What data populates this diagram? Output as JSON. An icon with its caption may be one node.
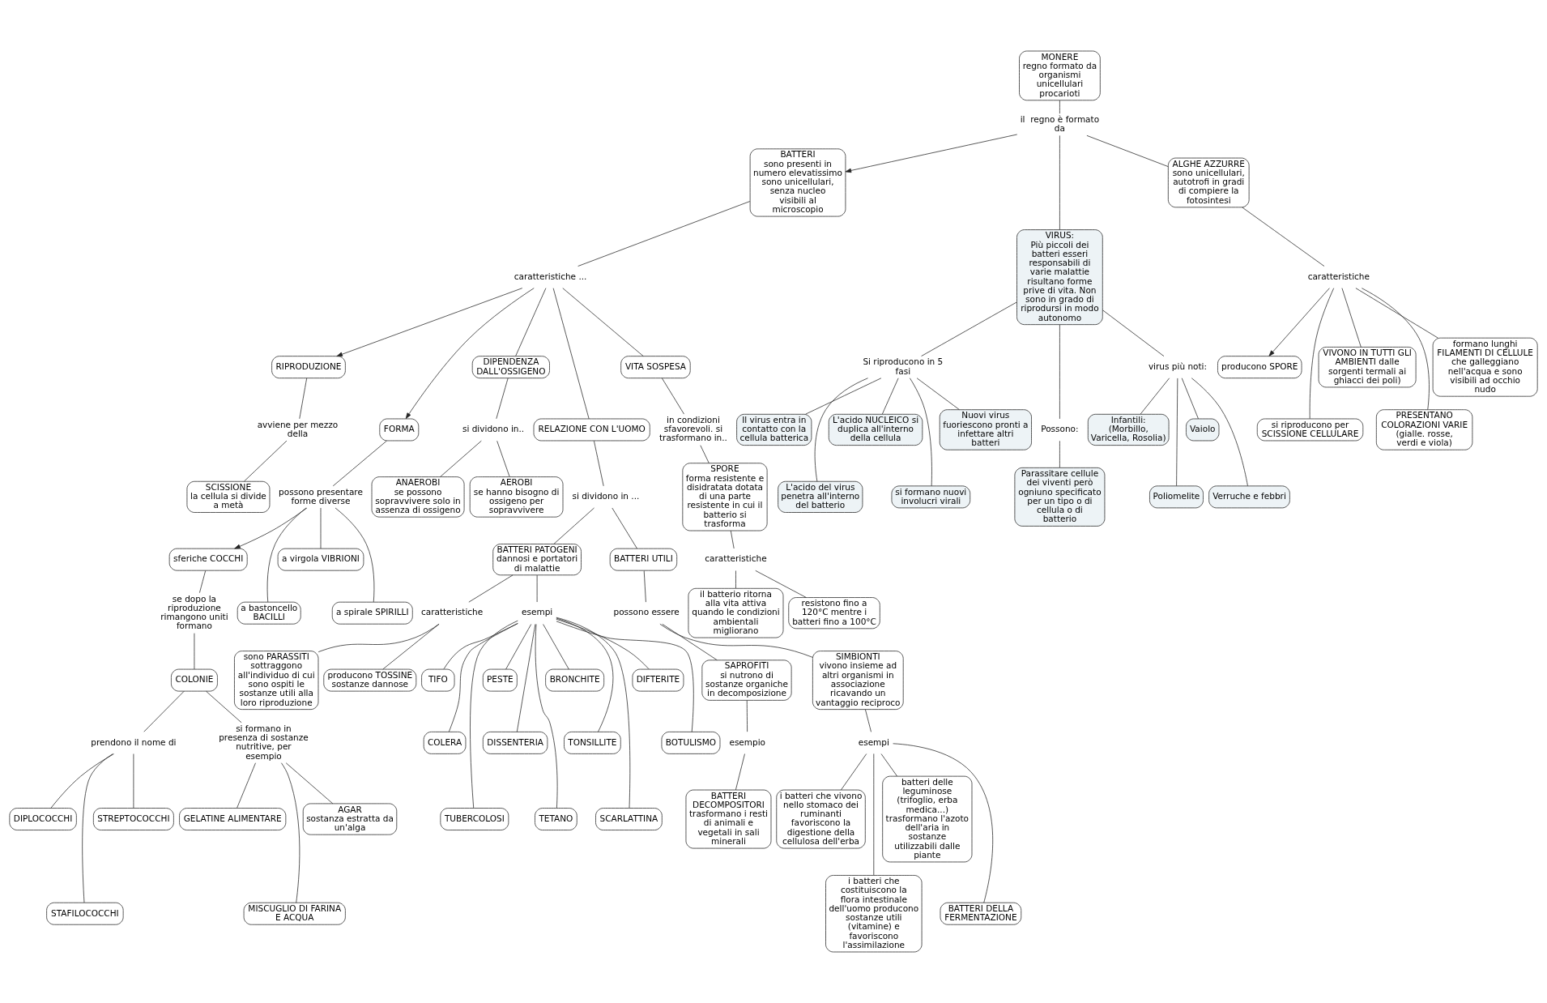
{
  "diagram": {
    "nodes": [
      {
        "text": [
          "MONERE",
          "regno formato da organismi unicellulari procarioti"
        ]
      },
      {
        "text": [
          "il  regno è formato da"
        ]
      },
      {
        "text": [
          "BATTERI",
          "sono presenti in numero elevatissimo sono unicellulari, senza nucleo visibili al microscopio"
        ]
      },
      {
        "text": [
          "VIRUS:",
          "Più piccoli dei batteri esseri responsabili di varie malattie risultano forme prive di vita. Non sono in grado di riprodursi in modo autonomo"
        ]
      },
      {
        "text": [
          "ALGHE AZZURRE",
          "sono unicellulari, autotrofi in gradi di compiere la fotosintesi"
        ]
      },
      {
        "text": [
          "caratteristiche ..."
        ]
      },
      {
        "text": [
          "RIPRODUZIONE"
        ]
      },
      {
        "text": [
          "FORMA"
        ]
      },
      {
        "text": [
          "DIPENDENZA DALL'OSSIGENO"
        ]
      },
      {
        "text": [
          "RELAZIONE CON L'UOMO"
        ]
      },
      {
        "text": [
          "VITA SOSPESA"
        ]
      },
      {
        "text": [
          "avviene per mezzo della"
        ]
      },
      {
        "text": [
          "SCISSIONE",
          "la cellula si divide a metà"
        ]
      },
      {
        "text": [
          "possono presentare forme diverse"
        ]
      },
      {
        "text": [
          "sferiche COCCHI"
        ]
      },
      {
        "text": [
          "a bastoncello BACILLI"
        ]
      },
      {
        "text": [
          "a virgola VIBRIONI"
        ]
      },
      {
        "text": [
          "a spirale SPIRILLI"
        ]
      },
      {
        "text": [
          "se dopo la riproduzione rimangono uniti formano"
        ]
      },
      {
        "text": [
          "COLONIE"
        ]
      },
      {
        "text": [
          "prendono il nome di"
        ]
      },
      {
        "text": [
          "DIPLOCOCCHI"
        ]
      },
      {
        "text": [
          "STAFILOCOCCHI"
        ]
      },
      {
        "text": [
          "STREPTOCOCCHI"
        ]
      },
      {
        "text": [
          "si formano in presenza di sostanze nutritive, per esempio"
        ]
      },
      {
        "text": [
          "GELATINE ALIMENTARE"
        ]
      },
      {
        "text": [
          "MISCUGLIO DI FARINA E ACQUA"
        ]
      },
      {
        "text": [
          "AGAR",
          "sostanza estratta da un'alga"
        ]
      },
      {
        "text": [
          "si dividono in.."
        ]
      },
      {
        "text": [
          "ANAEROBI",
          "se possono sopravvivere solo in assenza di ossigeno"
        ]
      },
      {
        "text": [
          "AEROBI",
          "se hanno bisogno di ossigeno per sopravvivere"
        ]
      },
      {
        "text": [
          "si dividono in ..."
        ]
      },
      {
        "text": [
          "BATTERI PATOGENI",
          "dannosi e portatori di malattie"
        ]
      },
      {
        "text": [
          "BATTERI UTILI"
        ]
      },
      {
        "text": [
          "caratteristiche"
        ]
      },
      {
        "text": [
          "sono PARASSITI sottraggono all'individuo di cui sono ospiti le sostanze utili alla loro riproduzione"
        ]
      },
      {
        "text": [
          "producono TOSSINE sostanze dannose"
        ]
      },
      {
        "text": [
          "esempi"
        ]
      },
      {
        "text": [
          "TIFO"
        ]
      },
      {
        "text": [
          "COLERA"
        ]
      },
      {
        "text": [
          "TUBERCOLOSI"
        ]
      },
      {
        "text": [
          "PESTE"
        ]
      },
      {
        "text": [
          "DISSENTERIA"
        ]
      },
      {
        "text": [
          "TETANO"
        ]
      },
      {
        "text": [
          "BRONCHITE"
        ]
      },
      {
        "text": [
          "TONSILLITE"
        ]
      },
      {
        "text": [
          "SCARLATTINA"
        ]
      },
      {
        "text": [
          "DIFTERITE"
        ]
      },
      {
        "text": [
          "BOTULISMO"
        ]
      },
      {
        "text": [
          "possono essere"
        ]
      },
      {
        "text": [
          "SAPROFITI",
          "si nutrono di sostanze organiche in decomposizione"
        ]
      },
      {
        "text": [
          "SIMBIONTI",
          "vivono insieme ad altri organismi in associazione ricavando un vantaggio reciproco"
        ]
      },
      {
        "text": [
          "esempio"
        ]
      },
      {
        "text": [
          "BATTERI DECOMPOSITORI",
          "trasformano i resti di animali e vegetali in sali minerali"
        ]
      },
      {
        "text": [
          "esempi"
        ]
      },
      {
        "text": [
          "i batteri che vivono nello stomaco dei ruminanti favoriscono la digestione della cellulosa dell'erba"
        ]
      },
      {
        "text": [
          "i batteri che costituiscono la flora intestinale dell'uomo producono sostanze utili (vitamine) e favoriscono l'assimilazione"
        ]
      },
      {
        "text": [
          "batteri delle leguminose (trifoglio, erba medica...) trasformano l'azoto dell'aria in sostanze utilizzabili dalle piante"
        ]
      },
      {
        "text": [
          "BATTERI DELLA FERMENTAZIONE"
        ]
      },
      {
        "text": [
          "in condizioni sfavorevoli. si trasformano in.."
        ]
      },
      {
        "text": [
          "SPORE",
          "forma resistente e disidratata dotata di una parte resistente in cui il batterio si trasforma"
        ]
      },
      {
        "text": [
          "caratteristiche"
        ]
      },
      {
        "text": [
          "il batterio ritorna alla vita attiva quando le condizioni ambientali migliorano"
        ]
      },
      {
        "text": [
          "resistono fino a 120°C mentre i batteri fino a 100°C"
        ]
      },
      {
        "text": [
          "Si riproducono in 5 fasi"
        ]
      },
      {
        "text": [
          "Il virus entra in contatto con la cellula batterica"
        ]
      },
      {
        "text": [
          "L'acido del virus penetra all'interno del batterio"
        ]
      },
      {
        "text": [
          "L'acido NUCLEICO si duplica all'interno della cellula"
        ]
      },
      {
        "text": [
          "si formano nuovi involucri virali"
        ]
      },
      {
        "text": [
          "Nuovi virus fuoriescono pronti a infettare altri batteri"
        ]
      },
      {
        "text": [
          "Possono:"
        ]
      },
      {
        "text": [
          "Parassitare cellule dei viventi però ogniuno specificato per un tipo o di cellula o di batterio"
        ]
      },
      {
        "text": [
          "virus più noti:"
        ]
      },
      {
        "text": [
          "Infantili: (Morbillo, Varicella, Rosolia)"
        ]
      },
      {
        "text": [
          "Poliomelite"
        ]
      },
      {
        "text": [
          "Vaiolo"
        ]
      },
      {
        "text": [
          "Verruche e febbri"
        ]
      },
      {
        "text": [
          "caratteristiche"
        ]
      },
      {
        "text": [
          "producono SPORE"
        ]
      },
      {
        "text": [
          "si riproducono per SCISSIONE CELLULARE"
        ]
      },
      {
        "text": [
          "VIVONO IN TUTTI GLI AMBIENTI dalle sorgenti termali ai ghiacci dei poli)"
        ]
      },
      {
        "text": [
          "PRESENTANO COLORAZIONI VARIE (gialle. rosse, verdi e viola)"
        ]
      },
      {
        "text": [
          "formano lunghi FILAMENTI DI CELLULE che galleggiano nell'acqua e sono visibili ad occhio nudo"
        ]
      }
    ],
    "edges": [
      {
        "from": 0,
        "to": 1,
        "arrow": "none"
      },
      {
        "from": 1,
        "to": 2,
        "arrow": "to"
      },
      {
        "from": 1,
        "to": 3,
        "arrow": "none"
      },
      {
        "from": 1,
        "to": 4,
        "arrow": "none"
      },
      {
        "from": 2,
        "to": 5,
        "arrow": "none"
      },
      {
        "from": 5,
        "to": 6,
        "arrow": "to"
      },
      {
        "from": 5,
        "to": 7,
        "arrow": "to"
      },
      {
        "from": 5,
        "to": 8,
        "arrow": "none"
      },
      {
        "from": 5,
        "to": 9,
        "arrow": "none"
      },
      {
        "from": 5,
        "to": 10,
        "arrow": "none"
      },
      {
        "from": 6,
        "to": 11,
        "arrow": "none"
      },
      {
        "from": 11,
        "to": 12,
        "arrow": "none"
      },
      {
        "from": 7,
        "to": 13,
        "arrow": "none"
      },
      {
        "from": 13,
        "to": 14,
        "arrow": "to"
      },
      {
        "from": 13,
        "to": 15,
        "arrow": "none"
      },
      {
        "from": 13,
        "to": 16,
        "arrow": "none"
      },
      {
        "from": 13,
        "to": 17,
        "arrow": "none"
      },
      {
        "from": 14,
        "to": 18,
        "arrow": "none"
      },
      {
        "from": 18,
        "to": 19,
        "arrow": "none"
      },
      {
        "from": 19,
        "to": 20,
        "arrow": "none"
      },
      {
        "from": 20,
        "to": 21,
        "arrow": "none"
      },
      {
        "from": 20,
        "to": 22,
        "arrow": "none"
      },
      {
        "from": 20,
        "to": 23,
        "arrow": "none"
      },
      {
        "from": 19,
        "to": 24,
        "arrow": "none"
      },
      {
        "from": 24,
        "to": 25,
        "arrow": "none"
      },
      {
        "from": 24,
        "to": 26,
        "arrow": "none"
      },
      {
        "from": 24,
        "to": 27,
        "arrow": "none"
      },
      {
        "from": 8,
        "to": 28,
        "arrow": "none"
      },
      {
        "from": 28,
        "to": 29,
        "arrow": "none"
      },
      {
        "from": 28,
        "to": 30,
        "arrow": "none"
      },
      {
        "from": 9,
        "to": 31,
        "arrow": "none"
      },
      {
        "from": 31,
        "to": 32,
        "arrow": "none"
      },
      {
        "from": 31,
        "to": 33,
        "arrow": "none"
      },
      {
        "from": 32,
        "to": 34,
        "arrow": "none"
      },
      {
        "from": 34,
        "to": 35,
        "arrow": "none"
      },
      {
        "from": 34,
        "to": 36,
        "arrow": "none"
      },
      {
        "from": 32,
        "to": 37,
        "arrow": "none"
      },
      {
        "from": 37,
        "to": 38,
        "arrow": "none"
      },
      {
        "from": 37,
        "to": 39,
        "arrow": "none"
      },
      {
        "from": 37,
        "to": 40,
        "arrow": "none"
      },
      {
        "from": 37,
        "to": 41,
        "arrow": "none"
      },
      {
        "from": 37,
        "to": 42,
        "arrow": "none"
      },
      {
        "from": 37,
        "to": 43,
        "arrow": "none"
      },
      {
        "from": 37,
        "to": 44,
        "arrow": "none"
      },
      {
        "from": 37,
        "to": 45,
        "arrow": "none"
      },
      {
        "from": 37,
        "to": 46,
        "arrow": "none"
      },
      {
        "from": 37,
        "to": 47,
        "arrow": "none"
      },
      {
        "from": 37,
        "to": 48,
        "arrow": "none"
      },
      {
        "from": 33,
        "to": 49,
        "arrow": "none"
      },
      {
        "from": 49,
        "to": 50,
        "arrow": "none"
      },
      {
        "from": 49,
        "to": 51,
        "arrow": "none"
      },
      {
        "from": 50,
        "to": 52,
        "arrow": "none"
      },
      {
        "from": 52,
        "to": 53,
        "arrow": "none"
      },
      {
        "from": 51,
        "to": 54,
        "arrow": "none"
      },
      {
        "from": 54,
        "to": 55,
        "arrow": "none"
      },
      {
        "from": 54,
        "to": 56,
        "arrow": "none"
      },
      {
        "from": 54,
        "to": 57,
        "arrow": "none"
      },
      {
        "from": 54,
        "to": 58,
        "arrow": "none"
      },
      {
        "from": 10,
        "to": 59,
        "arrow": "none"
      },
      {
        "from": 59,
        "to": 60,
        "arrow": "none"
      },
      {
        "from": 60,
        "to": 61,
        "arrow": "none"
      },
      {
        "from": 61,
        "to": 62,
        "arrow": "none"
      },
      {
        "from": 61,
        "to": 63,
        "arrow": "none"
      },
      {
        "from": 3,
        "to": 64,
        "arrow": "none"
      },
      {
        "from": 64,
        "to": 65,
        "arrow": "none"
      },
      {
        "from": 64,
        "to": 66,
        "arrow": "none"
      },
      {
        "from": 64,
        "to": 67,
        "arrow": "none"
      },
      {
        "from": 64,
        "to": 68,
        "arrow": "none"
      },
      {
        "from": 64,
        "to": 69,
        "arrow": "none"
      },
      {
        "from": 3,
        "to": 70,
        "arrow": "none"
      },
      {
        "from": 70,
        "to": 71,
        "arrow": "none"
      },
      {
        "from": 3,
        "to": 72,
        "arrow": "none"
      },
      {
        "from": 72,
        "to": 73,
        "arrow": "none"
      },
      {
        "from": 72,
        "to": 74,
        "arrow": "none"
      },
      {
        "from": 72,
        "to": 75,
        "arrow": "none"
      },
      {
        "from": 72,
        "to": 76,
        "arrow": "none"
      },
      {
        "from": 4,
        "to": 77,
        "arrow": "none"
      },
      {
        "from": 77,
        "to": 78,
        "arrow": "to"
      },
      {
        "from": 77,
        "to": 79,
        "arrow": "none"
      },
      {
        "from": 77,
        "to": 80,
        "arrow": "none"
      },
      {
        "from": 77,
        "to": 81,
        "arrow": "none"
      },
      {
        "from": 77,
        "to": 82,
        "arrow": "none"
      }
    ]
  }
}
